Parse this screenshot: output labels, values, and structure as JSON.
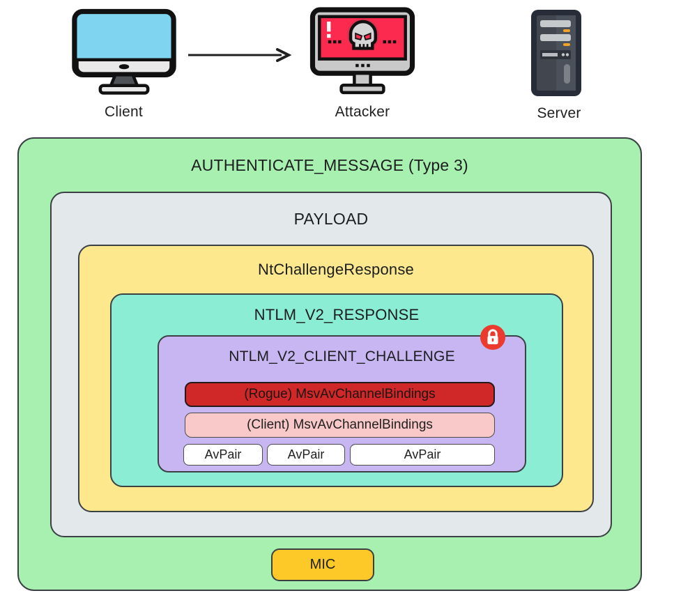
{
  "actors": [
    {
      "label": "Client"
    },
    {
      "label": "Attacker"
    },
    {
      "label": "Server"
    }
  ],
  "diagram": {
    "authenticate_message": {
      "label": "AUTHENTICATE_MESSAGE (Type 3)"
    },
    "payload": {
      "label": "PAYLOAD"
    },
    "nt_challenge_response": {
      "label": "NtChallengeResponse"
    },
    "ntlm_v2_response": {
      "label": "NTLM_V2_RESPONSE"
    },
    "ntlm_v2_client_challenge": {
      "label": "NTLM_V2_CLIENT_CHALLENGE"
    },
    "rogue_channel_bindings": {
      "label": "(Rogue) MsvAvChannelBindings"
    },
    "client_channel_bindings": {
      "label": "(Client) MsvAvChannelBindings"
    },
    "av_pairs": [
      "AvPair",
      "AvPair",
      "AvPair"
    ],
    "mic": {
      "label": "MIC"
    }
  },
  "icons": {
    "client": "client-monitor-icon",
    "attacker": "attacker-skull-monitor-icon",
    "server": "server-tower-icon",
    "arrow": "arrow-right-icon",
    "lock": "lock-icon"
  },
  "colors": {
    "authenticate_box": "#a8f0b0",
    "payload_box": "#e3e8eb",
    "nt_challenge_box": "#fde88e",
    "ntlm_v2_response_box": "#8beed4",
    "client_challenge_box": "#c7b6f2",
    "rogue_bar": "#d02728",
    "client_bar": "#f9c9c9",
    "av_pair": "#ffffff",
    "mic": "#fcc929",
    "lock_badge": "#ea3b2e",
    "attacker_screen": "#fb2a4e",
    "client_screen": "#7fd4ef",
    "border": "#3b4045"
  }
}
